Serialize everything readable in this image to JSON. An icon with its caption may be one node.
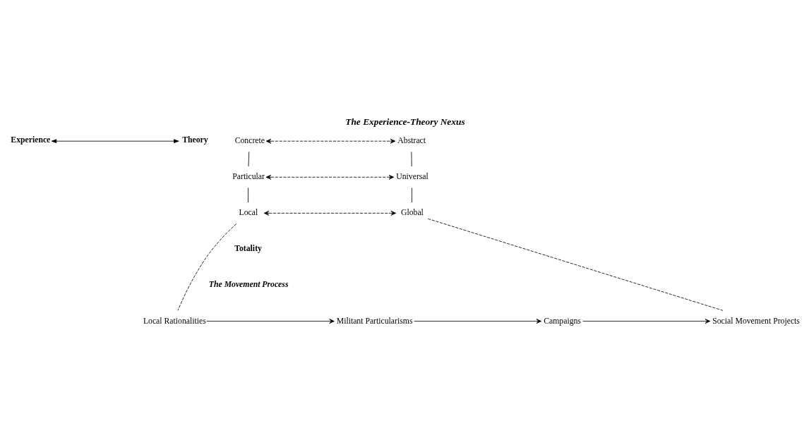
{
  "diagram": {
    "title": "The Experience-Theory Nexus",
    "nodes": [
      {
        "text": [
          "Experience"
        ]
      },
      {
        "text": [
          "Theory"
        ]
      },
      {
        "text": [
          "Concrete"
        ]
      },
      {
        "text": [
          "Abstract"
        ]
      },
      {
        "text": [
          "Particular"
        ]
      },
      {
        "text": [
          "Universal"
        ]
      },
      {
        "text": [
          "Local"
        ]
      },
      {
        "text": [
          "Global"
        ]
      },
      {
        "text": [
          "Local Rationalities"
        ]
      },
      {
        "text": [
          "Militant Particularisms"
        ]
      },
      {
        "text": [
          "Campaigns"
        ]
      },
      {
        "text": [
          "Social Movement Projects"
        ]
      }
    ],
    "edges": [
      {
        "from": 0,
        "to": 1,
        "arrow": "both"
      },
      {
        "from": 2,
        "to": 3,
        "arrow": "both",
        "style": "dashed"
      },
      {
        "from": 4,
        "to": 5,
        "arrow": "both",
        "style": "dashed"
      },
      {
        "from": 6,
        "to": 7,
        "arrow": "both",
        "style": "dashed"
      },
      {
        "from": 2,
        "to": 4,
        "arrow": "none"
      },
      {
        "from": 4,
        "to": 6,
        "arrow": "none"
      },
      {
        "from": 3,
        "to": 5,
        "arrow": "none"
      },
      {
        "from": 5,
        "to": 7,
        "arrow": "none"
      },
      {
        "from": 6,
        "to": 8,
        "arrow": "none",
        "style": "dashed"
      },
      {
        "from": 7,
        "to": 11,
        "arrow": "none",
        "style": "dashed"
      },
      {
        "from": 8,
        "to": 9,
        "arrow": "to"
      },
      {
        "from": 9,
        "to": 10,
        "arrow": "to"
      },
      {
        "from": 10,
        "to": 11,
        "arrow": "to"
      }
    ],
    "labels": [
      "Totality",
      "The Movement Process"
    ]
  }
}
